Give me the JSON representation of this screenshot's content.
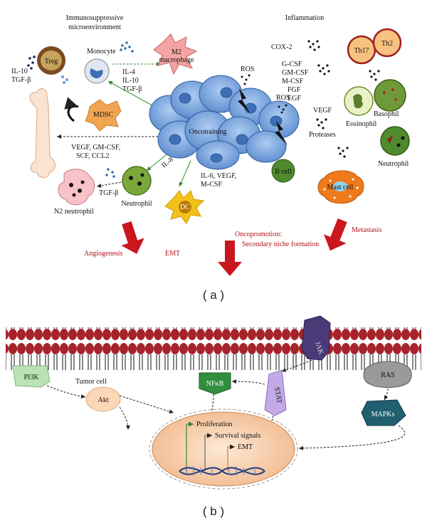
{
  "panel_a": {
    "header_left": [
      "Immunosuppressive",
      "microenvironment"
    ],
    "header_right": "Inflammation",
    "cells": {
      "treg": "Treg",
      "monocyte": "Monocyte",
      "m2": [
        "M2",
        "macrophage"
      ],
      "mdsc": "MDSC",
      "oncotraining": "Oncotraining",
      "neutrophil": "Neutrophil",
      "n2_neutrophil": "N2 neutrophil",
      "dc": "DC",
      "b_cell": "B cell",
      "th17": "Th17",
      "th2": "Th2",
      "basophil": "Basophil",
      "eosinophil": "Eosinophil",
      "neutrophil_right": "Neutrophil",
      "mast_cell": "Mast cell"
    },
    "signals": {
      "il10_tgf": [
        "IL-10",
        "TGF-β"
      ],
      "monocyte_factors": [
        "IL-4",
        "IL-10",
        "TGF-β"
      ],
      "ros_1": "ROS",
      "ros_2": "ROS",
      "bone_factors": [
        "VEGF, GM-CSF,",
        "SCF, CCL2"
      ],
      "il8": "IL-8",
      "tgf_beta_n2": "TGF-β",
      "dc_factors": [
        "IL-6, VEGF,",
        "M-CSF"
      ],
      "cox2": "COX-2",
      "csf": [
        "G-CSF",
        "GM-CSF",
        "M-CSF"
      ],
      "fgf": [
        "FGF",
        "EGF"
      ],
      "vegf": "VEGF",
      "proteases": "Proteases"
    },
    "outcomes": {
      "angiogenesis": "Angiogenesis",
      "emt": "EMT",
      "oncopromotion": [
        "Oncopromotion:",
        "Secondary niche formation"
      ],
      "metastasis": "Metastasis"
    },
    "label": "( a )"
  },
  "panel_b": {
    "tumor_cell": "Tumor cell",
    "pi3k": "PI3K",
    "akt": "Akt",
    "nfkb": "NFκB",
    "jak": "JAK",
    "stat": "STAT",
    "ras": "RAS",
    "mapks": "MAPKs",
    "proliferation": "Proliferation",
    "survival": "Survival signals",
    "emt": "EMT",
    "label": "( b )"
  },
  "colors": {
    "accent_red": "#b5121b",
    "membrane": "#a6232a",
    "tumor_blue": "#7aa6e0",
    "nucleus_fill": "#f6d2b0"
  }
}
